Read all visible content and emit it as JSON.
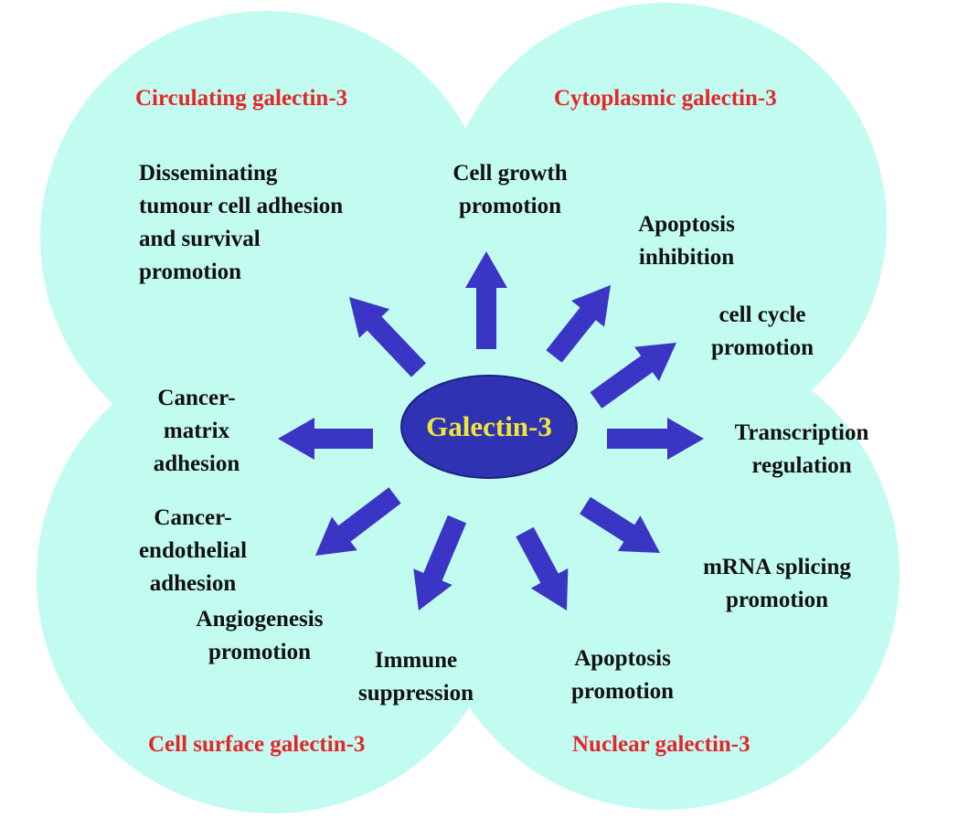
{
  "colors": {
    "lobe_fill": "#c2fbf0",
    "arrow_fill": "#3a35c5",
    "core_fill": "#2f33b3",
    "core_text": "#f0e63a",
    "title_red": "#e4262b",
    "label_text": "#111111"
  },
  "center": {
    "label": "Galectin-3"
  },
  "regions": {
    "circulating": "Circulating galectin-3",
    "cytoplasmic": "Cytoplasmic galectin-3",
    "cell_surface": "Cell surface galectin-3",
    "nuclear": "Nuclear galectin-3"
  },
  "functions": {
    "disseminating": [
      "Disseminating",
      "tumour cell adhesion",
      "and survival",
      "promotion"
    ],
    "cell_growth": [
      "Cell growth",
      "promotion"
    ],
    "apoptosis_inhibition": [
      "Apoptosis",
      "inhibition"
    ],
    "cell_cycle": [
      "cell cycle",
      "promotion"
    ],
    "transcription": [
      "Transcription",
      "regulation"
    ],
    "mrna_splicing": [
      "mRNA splicing",
      "promotion"
    ],
    "apoptosis_promotion": [
      "Apoptosis",
      "promotion"
    ],
    "immune": [
      "Immune",
      "suppression"
    ],
    "angiogenesis": [
      "Angiogenesis",
      "promotion"
    ],
    "cancer_endothelial": [
      "Cancer-",
      "endothelial",
      "adhesion"
    ],
    "cancer_matrix": [
      "Cancer-",
      "matrix",
      "adhesion"
    ]
  },
  "icons": {
    "arrow": "arrow-icon"
  }
}
